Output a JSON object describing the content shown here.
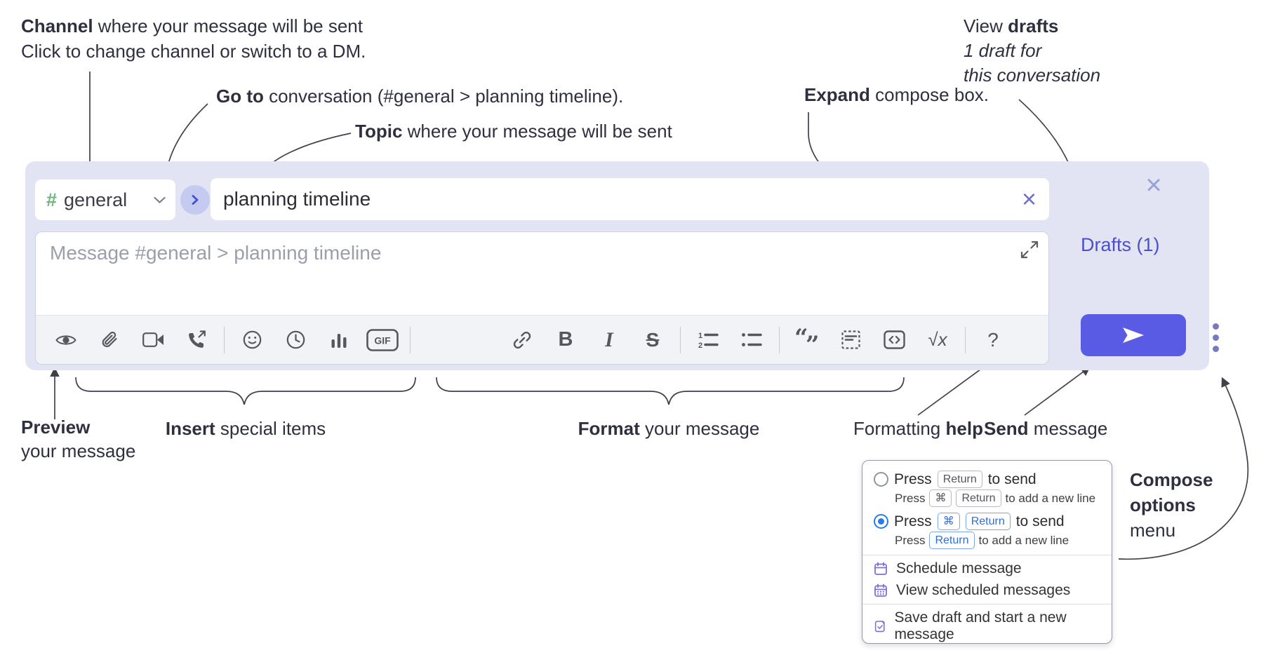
{
  "annotations": {
    "channel": {
      "bold": "Channel",
      "rest": " where your message will be sent",
      "sub": "Click to change channel or switch to a DM."
    },
    "goto": {
      "bold": "Go to",
      "rest": " conversation (#general > planning timeline)."
    },
    "topic": {
      "bold": "Topic",
      "rest": " where your message will be sent"
    },
    "expand": {
      "bold": "Expand",
      "rest": " compose box."
    },
    "drafts": {
      "line1_pre": "View ",
      "line1_bold": "drafts",
      "line2": "1 draft for",
      "line3": "this conversation"
    },
    "preview": {
      "bold": "Preview",
      "rest": "your message"
    },
    "insert": {
      "bold": "Insert",
      "rest": " special items"
    },
    "format": {
      "bold": "Format",
      "rest": " your message"
    },
    "help": {
      "pre": "Formatting ",
      "bold": "help"
    },
    "send": {
      "bold": "Send",
      "rest": " message"
    },
    "compose_options": {
      "line1": "Compose",
      "line2": "options",
      "line3": "menu"
    }
  },
  "compose": {
    "channel_hash": "#",
    "channel_name": "general",
    "topic_value": "planning timeline",
    "clear_topic_icon": "×",
    "close_icon": "×",
    "message_placeholder": "Message #general > planning timeline",
    "drafts_link": "Drafts (1)"
  },
  "toolbar": {
    "items": [
      "preview",
      "attach-file",
      "video-call",
      "voice-call",
      "emoji",
      "time",
      "poll",
      "gif",
      "link",
      "bold",
      "italic",
      "strikethrough",
      "numbered-list",
      "bulleted-list",
      "quote",
      "spoiler",
      "code",
      "math",
      "help"
    ],
    "gif_label": "GIF",
    "bold_label": "B",
    "italic_label": "I",
    "strike_label": "S",
    "ol_1": "1",
    "ol_2": "2",
    "quote_open": "“",
    "quote_close": "”",
    "math_label": "√x",
    "help_label": "?"
  },
  "popup": {
    "r1_press": "Press",
    "r1_key": "Return",
    "r1_tail": "to send",
    "r1s_press": "Press",
    "r1s_k1": "⌘",
    "r1s_k2": "Return",
    "r1s_tail": "to add a new line",
    "r2_press": "Press",
    "r2_k1": "⌘",
    "r2_k2": "Return",
    "r2_tail": "to send",
    "r2s_press": "Press",
    "r2s_k1": "Return",
    "r2s_tail": "to add a new line",
    "item_schedule": "Schedule message",
    "item_view_scheduled": "View scheduled messages",
    "item_save_draft": "Save draft and start a new message"
  },
  "colors": {
    "compose_bg": "#e2e4f3",
    "send_button": "#5a5be4",
    "channel_hash_green": "#6cb87c",
    "drafts_link": "#4a50cb",
    "selected_radio_blue": "#2b7ce0",
    "popup_icon_purple": "#7b70d8",
    "go_chevron_blue": "#3c50da"
  }
}
